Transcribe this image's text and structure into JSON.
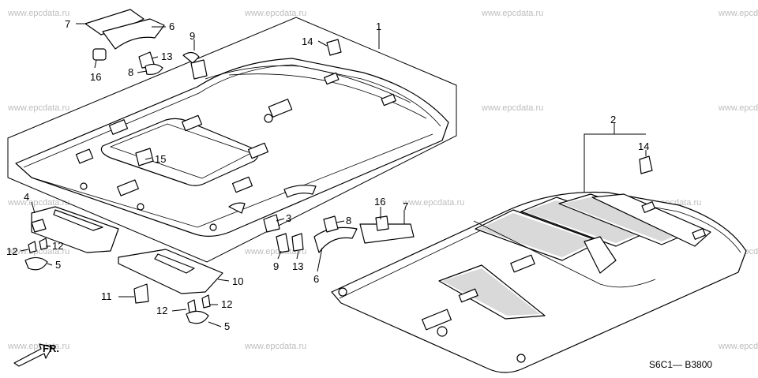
{
  "watermark": "www.epcdata.ru",
  "diagram_code": "S6C1— B3800",
  "direction_label": "FR.",
  "callouts": {
    "c1": "1",
    "c2": "2",
    "c3": "3",
    "c4": "4",
    "c5a": "5",
    "c5b": "5",
    "c6a": "6",
    "c6b": "6",
    "c7a": "7",
    "c7b": "7",
    "c8a": "8",
    "c8b": "8",
    "c9a": "9",
    "c9b": "9",
    "c10": "10",
    "c11": "11",
    "c12a": "12",
    "c12b": "12",
    "c12c": "12",
    "c12d": "12",
    "c13a": "13",
    "c13b": "13",
    "c14a": "14",
    "c14b": "14",
    "c15": "15",
    "c16a": "16",
    "c16b": "16"
  }
}
